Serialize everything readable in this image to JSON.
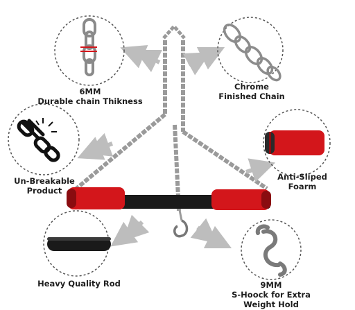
{
  "features": {
    "chain_thickness": {
      "line1": "6MM",
      "line2": "Durable chain Thikness",
      "icon": "chain-closeup-icon"
    },
    "chrome_chain": {
      "line1": "Chrome",
      "line2": "Finished Chain",
      "icon": "chrome-chain-icon"
    },
    "unbreakable": {
      "line1": "Un-Breakable",
      "line2": "Product",
      "icon": "broken-chain-icon"
    },
    "foam": {
      "line1": "Anti-Sliped",
      "line2": "Foarm",
      "icon": "foam-grip-icon"
    },
    "rod": {
      "line1": "Heavy Quality Rod",
      "icon": "rod-icon"
    },
    "s_hook": {
      "line1": "9MM",
      "line2": "S-Hoock for Extra",
      "line3": "Weight Hold",
      "icon": "s-hook-icon"
    }
  },
  "colors": {
    "foam": "#d3161b",
    "rod": "#1a1a1a",
    "chain": "#9a9a9a",
    "arrow": "#bdbdbd",
    "circle": "#555555"
  }
}
